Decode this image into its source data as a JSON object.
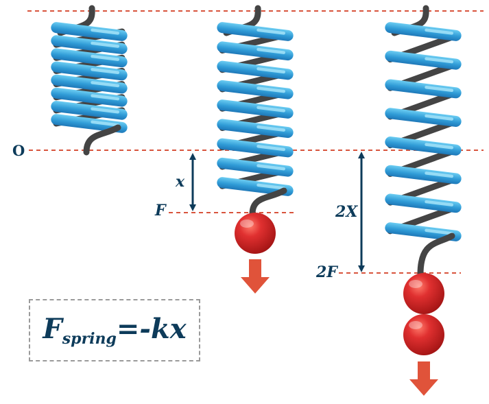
{
  "labels": {
    "origin": "O",
    "x": "x",
    "f": "F",
    "two_x": "2X",
    "two_f": "2F"
  },
  "formula": {
    "main": "F",
    "subscript": "spring",
    "rhs": "=-kx"
  },
  "colors": {
    "reference_line": "#d8533c",
    "label_text": "#0d3b5a",
    "coil": "#2f9bd6",
    "coil_highlight": "#9ee0f7",
    "spring_wire": "#444444",
    "mass": "#cc1f1f",
    "force_arrow": "#e0533a",
    "box_border": "#9a9a9a"
  },
  "icons": {
    "force_arrow": "down-arrow",
    "mass": "red-ball",
    "measure": "double-headed-arrow"
  }
}
